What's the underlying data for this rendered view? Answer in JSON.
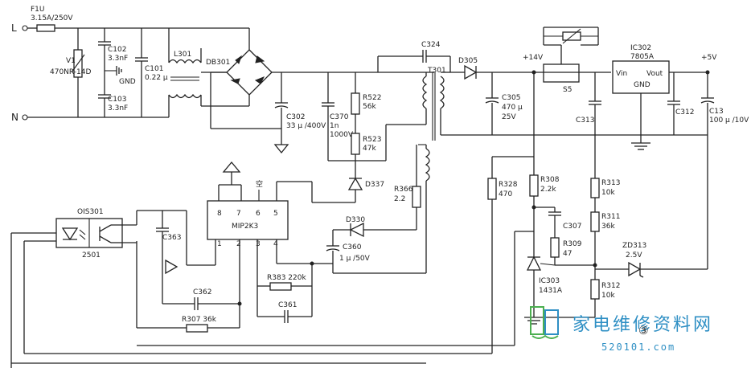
{
  "labels": {
    "L": "L",
    "N": "N",
    "F1U": "F1U",
    "F1U_val": "3.15A/250V",
    "V1": "V1",
    "V1_val": "470NR-14D",
    "C102": "C102",
    "C102_val": "3.3nF",
    "GND1": "GND",
    "C103": "C103",
    "C103_val": "3.3nF",
    "C101": "C101",
    "C101_val": "0.22 μ",
    "L301": "L301",
    "DB301": "DB301",
    "C302": "C302",
    "C302_val": "33 μ /400V",
    "C370": "C370",
    "C370_v1": "1n",
    "C370_v2": "1000V",
    "R522": "R522",
    "R522_val": "56k",
    "R523": "R523",
    "R523_val": "47k",
    "D337": "D337",
    "C324": "C324",
    "T301": "T301",
    "D305": "D305",
    "V14": "+14V",
    "C305": "C305",
    "C305_v1": "470 μ",
    "C305_v2": "25V",
    "S5": "S5",
    "C313": "C313",
    "IC302": "IC302",
    "IC302_val": "7805A",
    "Vin": "Vin",
    "Vout": "Vout",
    "GND2": "GND",
    "V5": "+5V",
    "C312": "C312",
    "C13": "C13",
    "C13_val": "100 μ /10V",
    "R366": "R366",
    "R366_val": "2.2",
    "D330": "D330",
    "C360": "C360",
    "C360_val": "1 μ /50V",
    "OIS301": "OIS301",
    "OIS301_val": "2501",
    "C363": "C363",
    "MIP": "MIP2K3",
    "pin8": "8",
    "pin7": "7",
    "pin6": "6",
    "pin5": "5",
    "pin1": "1",
    "pin2": "2",
    "pin3": "3",
    "pin4": "4",
    "sym": "空",
    "C362": "C362",
    "R383": "R383 220k",
    "C361": "C361",
    "R307": "R307 36k",
    "R328": "R328",
    "R328_val": "470",
    "R308": "R308",
    "R308_val": "2.2k",
    "C307": "C307",
    "R309": "R309",
    "R309_val": "47",
    "IC303": "IC303",
    "IC303_val": "1431A",
    "R313": "R313",
    "R313_val": "10k",
    "R311": "R311",
    "R311_val": "36k",
    "R312": "R312",
    "R312_val": "10k",
    "ZD313": "ZD313",
    "ZD313_val": "2.5V"
  },
  "watermark": {
    "title": "家电维修资料网",
    "url": "520101.com",
    "badge": "③"
  },
  "colors": {
    "ink": "#222222",
    "watermark": "#2e8fc4",
    "watermark_green": "#4caf50"
  }
}
